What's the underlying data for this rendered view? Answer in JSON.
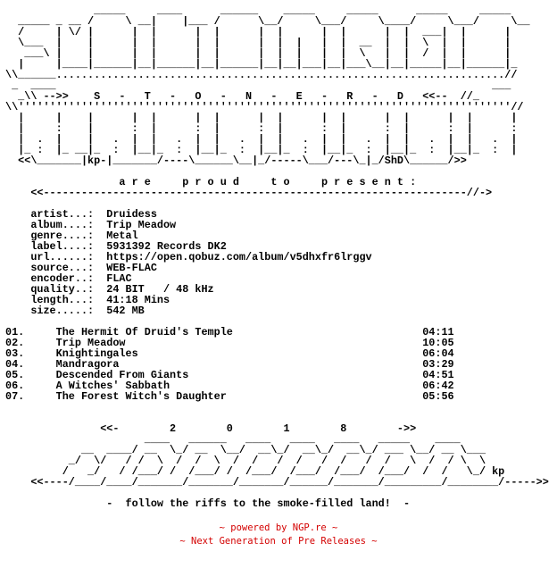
{
  "nfo": {
    "lines": [
      "              _____     ____      ______    _____     _____      _____     _____",
      "  _____ _ __ /     \\ __|    |___ /      \\__/     \\___/     \\____/     \\___/     \\__",
      "  /     | \\/ |      |  |      |  |      |  |      |  |      |  |  ___|  |      | ",
      "  \\___  |    |      |  |      |  |      |  |  |   |  |  __  |  |  \\  |  |      | ",
      "   ___\\ |    |      |  |      |  |      |  |  |   |  |  \\   |  |  /  |  |      | ",
      "  |     |____|______|__|______|__|______|__|__|___|__|___\\__|__|_____|__|______|_ ",
      "\\\\______.......................................................................//",
      " _  ____                                                                     ___",
      "  _\\\\ -->>    S   -   T   -   O   -   N   -   E   -   R   -   D   <<--  //_",
      "\\\\''''''''''''''''''''''''''''''''''''''''''''''''''''''''''''''''''''''''''''''//",
      "  |     |    |      |  |      |  |      |  |      |  |      |  |      |  |      |",
      "  |     :    |      :  |      :  |      :  |      :  |      :  |      :  |      :",
      "  |  .  |    |   .  |  |   .  |  |   .  |  |   .  |  |   .  |  |   .  |  |   .  |",
      "  |_ :  |_ __|_  :  |__|_  :  |__|_  :  |__|_  :  |__|_  :  |__|_  :  |__|_  :  |",
      "  <<\\_______|kp-|_______/----\\______\\__|_/-----\\___/---\\_|_/ShD\\______/>>",
      "",
      "                  a r e     p r o u d     t o     p r e s e n t :",
      "    <<-------------------------------------------------------------------//->",
      "",
      "    artist...:  Druidess",
      "    album....:  Trip Meadow",
      "    genre....:  Metal",
      "    label....:  5931392 Records DK2",
      "    url......:  https://open.qobuz.com/album/v5dhxfr6lrggv",
      "    source...:  WEB-FLAC",
      "    encoder..:  FLAC",
      "    quality..:  24 BIT   / 48 kHz",
      "    length...:  41:18 Mins",
      "    size.....:  542 MB",
      "",
      "01.     The Hermit Of Druid's Temple                              04:11",
      "02.     Trip Meadow                                               10:05",
      "03.     Knightingales                                             06:04",
      "04.     Mandragora                                                03:29",
      "05.     Descended From Giants                                     04:51",
      "06.     A Witches' Sabbath                                        06:42",
      "07.     The Forest Witch's Daughter                               05:56",
      "",
      "",
      "               <<-        2        0        1        8        ->>",
      "                      ____   ______   ____   ____   ____   _____    ____",
      "            __  ____/ __  \\_/ __  \\__/  __\\_/  __\\_/  __\\_/ ___ \\__/ __ \\___",
      "          _/  \\/   / /  \\  /  /  \\  /  /   /  /   /  /   /  /   \\  /  / \\  \\",
      "         /   _/   / /___/ /  /___/ /  /___/  /___/  /___/  /___/  /  /   \\_/ kp",
      "    <<----/____/____/_______/_______/_______/______/_______/_________/________/----->>",
      "",
      "                -  follow the riffs to the smoke-filled land!  -"
    ]
  },
  "footer": {
    "powered": "~ powered by NGP.re ~",
    "tagline": "~ Next Generation of Pre Releases ~"
  }
}
